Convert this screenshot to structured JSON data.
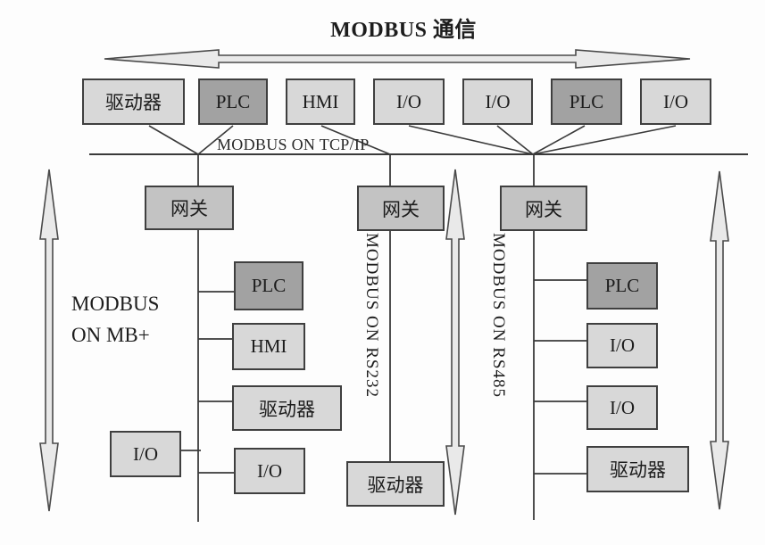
{
  "title": "MODBUS 通信",
  "bus": {
    "label": "MODBUS ON TCP/IP"
  },
  "top_row": {
    "boxes": [
      {
        "label": "驱动器",
        "variant": "light"
      },
      {
        "label": "PLC",
        "variant": "dark"
      },
      {
        "label": "HMI",
        "variant": "light"
      },
      {
        "label": "I/O",
        "variant": "light"
      },
      {
        "label": "I/O",
        "variant": "light"
      },
      {
        "label": "PLC",
        "variant": "dark"
      },
      {
        "label": "I/O",
        "variant": "light"
      }
    ]
  },
  "branches": [
    {
      "protocol": "MODBUS ON MB+",
      "gateway_label": "网关",
      "devices": [
        "PLC",
        "HMI",
        "驱动器",
        "I/O",
        "I/O"
      ]
    },
    {
      "protocol": "MODBUS ON RS232",
      "gateway_label": "网关",
      "devices": [
        "驱动器"
      ]
    },
    {
      "protocol": "MODBUS ON RS485",
      "gateway_label": "网关",
      "devices": [
        "PLC",
        "I/O",
        "I/O",
        "驱动器"
      ]
    }
  ],
  "colors": {
    "box_light": "#d8d8d8",
    "box_dark": "#a2a2a2",
    "box_gateway": "#c3c3c3",
    "arrow_fill": "#e9e9e9",
    "line": "#3a3a3a"
  }
}
